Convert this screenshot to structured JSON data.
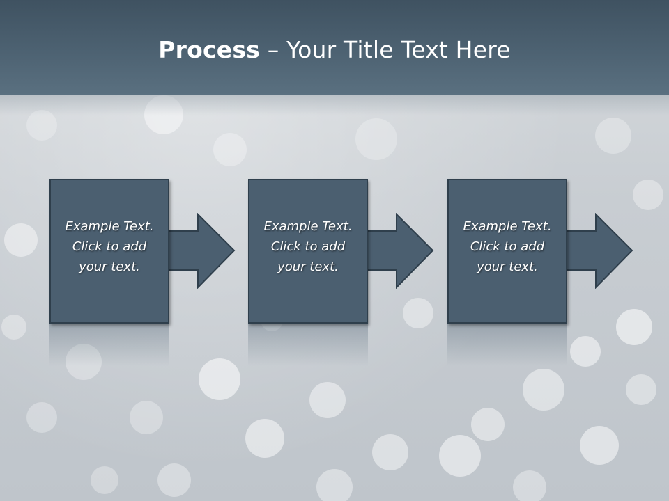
{
  "slide": {
    "title_bold": "Process",
    "title_rest": " – Your Title Text Here"
  },
  "steps": [
    {
      "line1": "Example Text.",
      "line2": "Click  to add",
      "line3": "your text."
    },
    {
      "line1": "Example Text.",
      "line2": "Click  to add",
      "line3": "your text."
    },
    {
      "line1": "Example Text.",
      "line2": "Click  to add",
      "line3": "your text."
    }
  ],
  "colors": {
    "title_bar": "#4d6272",
    "box_fill": "#4b5f70",
    "box_border": "#2f3f4c",
    "text": "#ffffff"
  }
}
